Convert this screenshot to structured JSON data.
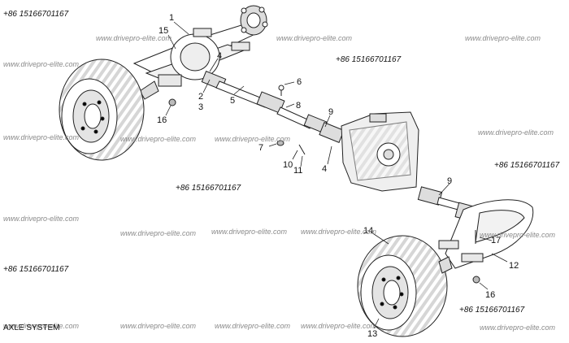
{
  "caption": "AXLE SYSTEM",
  "watermarks": {
    "site": "www.drivepro-elite.com",
    "phone": "+86 15166701167"
  },
  "callouts": [
    "1",
    "15",
    "4",
    "2",
    "3",
    "5",
    "6",
    "8",
    "16",
    "9",
    "7",
    "10",
    "11",
    "4",
    "9",
    "14",
    "17",
    "12",
    "16",
    "13"
  ]
}
